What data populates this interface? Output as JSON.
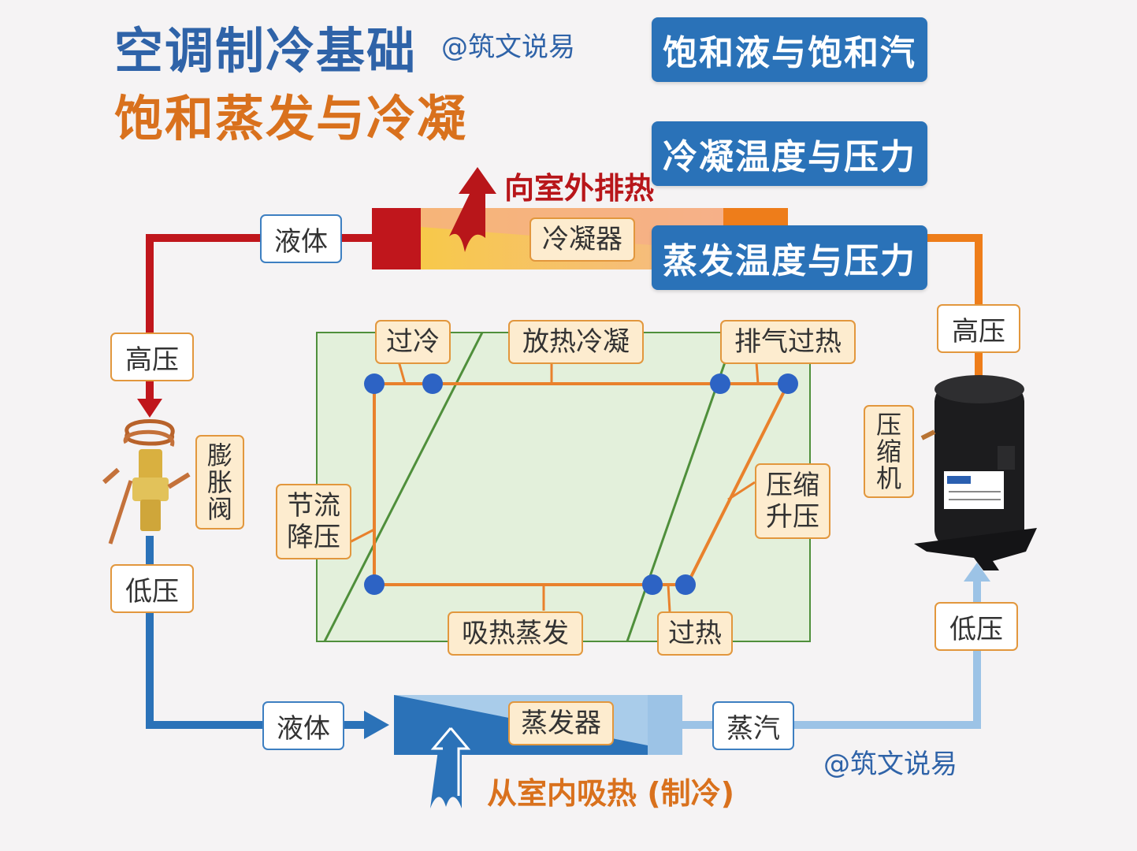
{
  "title": {
    "main": "空调制冷基础",
    "sub": "饱和蒸发与冷凝",
    "handle": "@筑文说易"
  },
  "topics": [
    "饱和液与饱和汽",
    "冷凝温度与压力",
    "蒸发温度与压力"
  ],
  "cycle_labels": {
    "liquid_top": "液体",
    "liquid_bottom": "液体",
    "high_pressure_left": "高压",
    "high_pressure_right": "高压",
    "low_pressure_left": "低压",
    "low_pressure_right": "低压",
    "vapor": "蒸汽",
    "condenser": "冷凝器",
    "evaporator": "蒸发器",
    "expansion_valve": "膨胀阀",
    "compressor": "压缩机",
    "heat_out": "向室外排热",
    "heat_in": "从室内吸热 (制冷)"
  },
  "diagram_labels": {
    "subcool": "过冷",
    "condense": "放热冷凝",
    "discharge_superheat": "排气过热",
    "throttle": "节流降压",
    "compress": "压缩升压",
    "evaporate": "吸热蒸发",
    "superheat": "过热"
  },
  "colors": {
    "high_pressure_line": "#c0161c",
    "discharge_line": "#ee7d1a",
    "low_pressure_liquid": "#2b72b8",
    "low_pressure_vapor": "#9cc3e6",
    "cycle_path": "#e9812c",
    "state_point": "#2d63c4",
    "saturation_curve": "#4f8f3b",
    "topic_button": "#2a72b8"
  },
  "icons": [
    "expansion-valve-icon",
    "compressor-icon",
    "heat-out-arrow-icon",
    "heat-in-arrow-icon"
  ],
  "footer_handle": "@筑文说易"
}
